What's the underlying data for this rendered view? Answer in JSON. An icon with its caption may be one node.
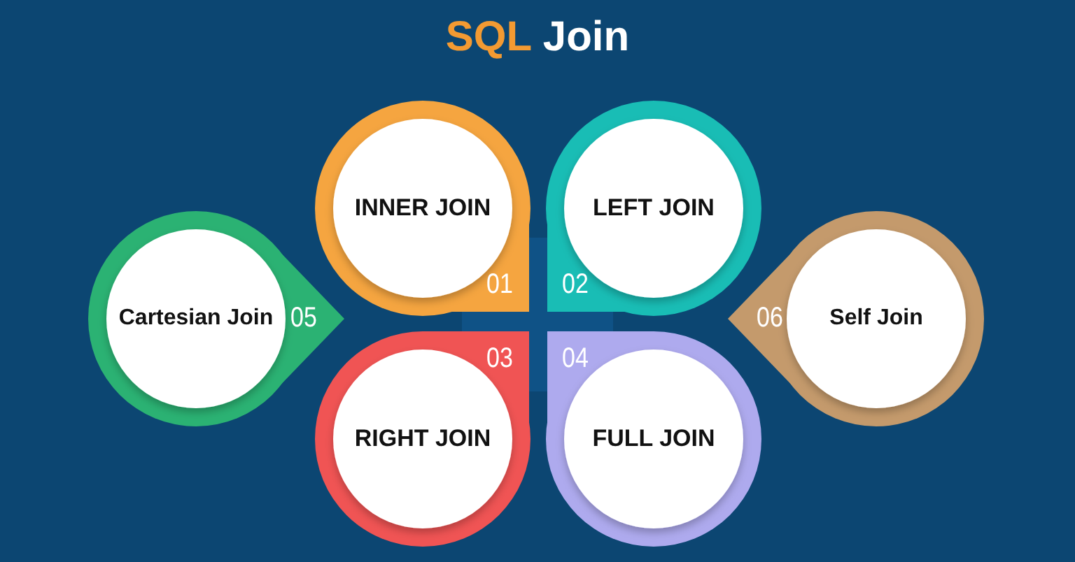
{
  "diagram": {
    "title": "SQL Join",
    "nodes": [
      {
        "text": [
          "INNER JOIN",
          "01"
        ]
      },
      {
        "text": [
          "LEFT JOIN",
          "02"
        ]
      },
      {
        "text": [
          "Cartesian Join",
          "05"
        ]
      },
      {
        "text": [
          "03",
          "RIGHT JOIN"
        ]
      },
      {
        "text": [
          "04",
          "FULL JOIN"
        ]
      },
      {
        "text": [
          "06",
          "Self Join"
        ]
      }
    ]
  }
}
